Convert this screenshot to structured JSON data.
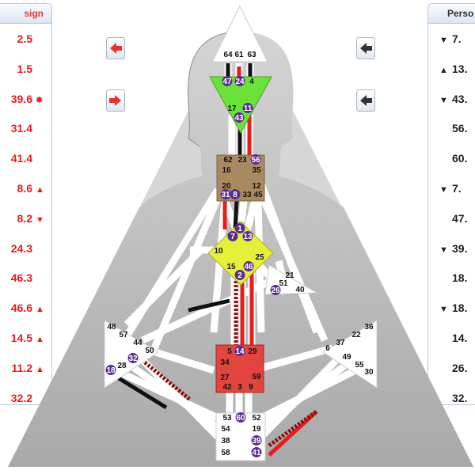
{
  "left_panel": {
    "header": "sign",
    "rows": [
      {
        "value": "2.5",
        "arrow": ""
      },
      {
        "value": "1.5",
        "arrow": ""
      },
      {
        "value": "39.6",
        "arrow": "✸"
      },
      {
        "value": "31.4",
        "arrow": ""
      },
      {
        "value": "41.4",
        "arrow": ""
      },
      {
        "value": "8.6",
        "arrow": "▲"
      },
      {
        "value": "8.2",
        "arrow": "▼"
      },
      {
        "value": "24.3",
        "arrow": ""
      },
      {
        "value": "46.3",
        "arrow": ""
      },
      {
        "value": "46.6",
        "arrow": "▲"
      },
      {
        "value": "14.5",
        "arrow": "▲"
      },
      {
        "value": "11.2",
        "arrow": "▲"
      },
      {
        "value": "32.2",
        "arrow": ""
      }
    ]
  },
  "right_panel": {
    "header": "Perso",
    "rows": [
      {
        "value": "7.",
        "arrow": "▼"
      },
      {
        "value": "13.",
        "arrow": "▲"
      },
      {
        "value": "43.",
        "arrow": "▼"
      },
      {
        "value": "56.",
        "arrow": ""
      },
      {
        "value": "60.",
        "arrow": ""
      },
      {
        "value": "7.",
        "arrow": "▼"
      },
      {
        "value": "47.",
        "arrow": ""
      },
      {
        "value": "39.",
        "arrow": "▼"
      },
      {
        "value": "18.",
        "arrow": ""
      },
      {
        "value": "18.",
        "arrow": "▼"
      },
      {
        "value": "14.",
        "arrow": ""
      },
      {
        "value": "26.",
        "arrow": ""
      },
      {
        "value": "32.",
        "arrow": ""
      }
    ]
  },
  "colors": {
    "design_red": "#e51d1d",
    "personality_black": "#111111",
    "head": "#ffffff",
    "ajna": "#66e033",
    "throat": "#a8895f",
    "g_center": "#e6f03a",
    "sacral": "#e2453d",
    "hanging_gate": "#5c2d91"
  },
  "centers": {
    "head": [
      "64",
      "61",
      "63"
    ],
    "ajna": [
      "47",
      "24",
      "4",
      "17",
      "11",
      "43"
    ],
    "throat": [
      "62",
      "23",
      "56",
      "16",
      "35",
      "20",
      "12",
      "31",
      "8",
      "33",
      "45"
    ],
    "g": [
      "1",
      "7",
      "13",
      "10",
      "25",
      "15",
      "46",
      "2"
    ],
    "ego": [
      "21",
      "51",
      "26",
      "40"
    ],
    "spleen": [
      "48",
      "57",
      "44",
      "50",
      "32",
      "28",
      "18"
    ],
    "sacral": [
      "5",
      "14",
      "29",
      "34",
      "27",
      "59",
      "42",
      "3",
      "9"
    ],
    "solar": [
      "36",
      "22",
      "37",
      "6",
      "49",
      "55",
      "30"
    ],
    "root": [
      "53",
      "60",
      "52",
      "54",
      "19",
      "38",
      "39",
      "58",
      "41"
    ]
  }
}
